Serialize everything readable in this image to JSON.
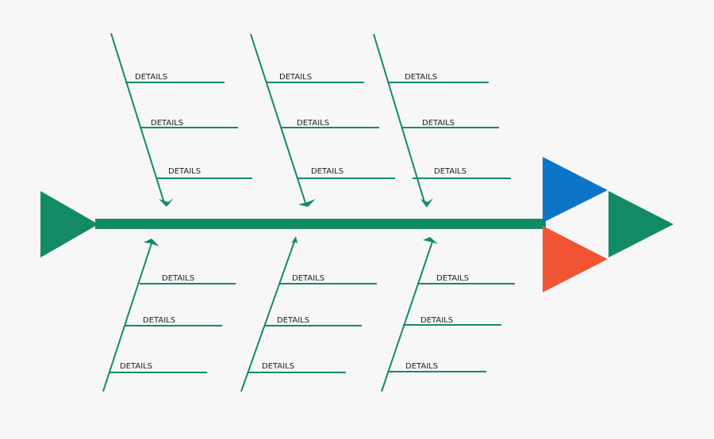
{
  "colors": {
    "spine": "#138a66",
    "head_blue": "#0b75c9",
    "head_orange": "#f05433",
    "head_green": "#138a66",
    "tail": "#138a66"
  },
  "diagram": {
    "type": "fishbone",
    "top_bones": [
      {
        "details": [
          "DETAILS",
          "DETAILS",
          "DETAILS"
        ]
      },
      {
        "details": [
          "DETAILS",
          "DETAILS",
          "DETAILS"
        ]
      },
      {
        "details": [
          "DETAILS",
          "DETAILS",
          "DETAILS"
        ]
      }
    ],
    "bottom_bones": [
      {
        "details": [
          "DETAILS",
          "DETAILS",
          "DETAILS"
        ]
      },
      {
        "details": [
          "DETAILS",
          "DETAILS",
          "DETAILS"
        ]
      },
      {
        "details": [
          "DETAILS",
          "DETAILS",
          "DETAILS"
        ]
      }
    ]
  }
}
